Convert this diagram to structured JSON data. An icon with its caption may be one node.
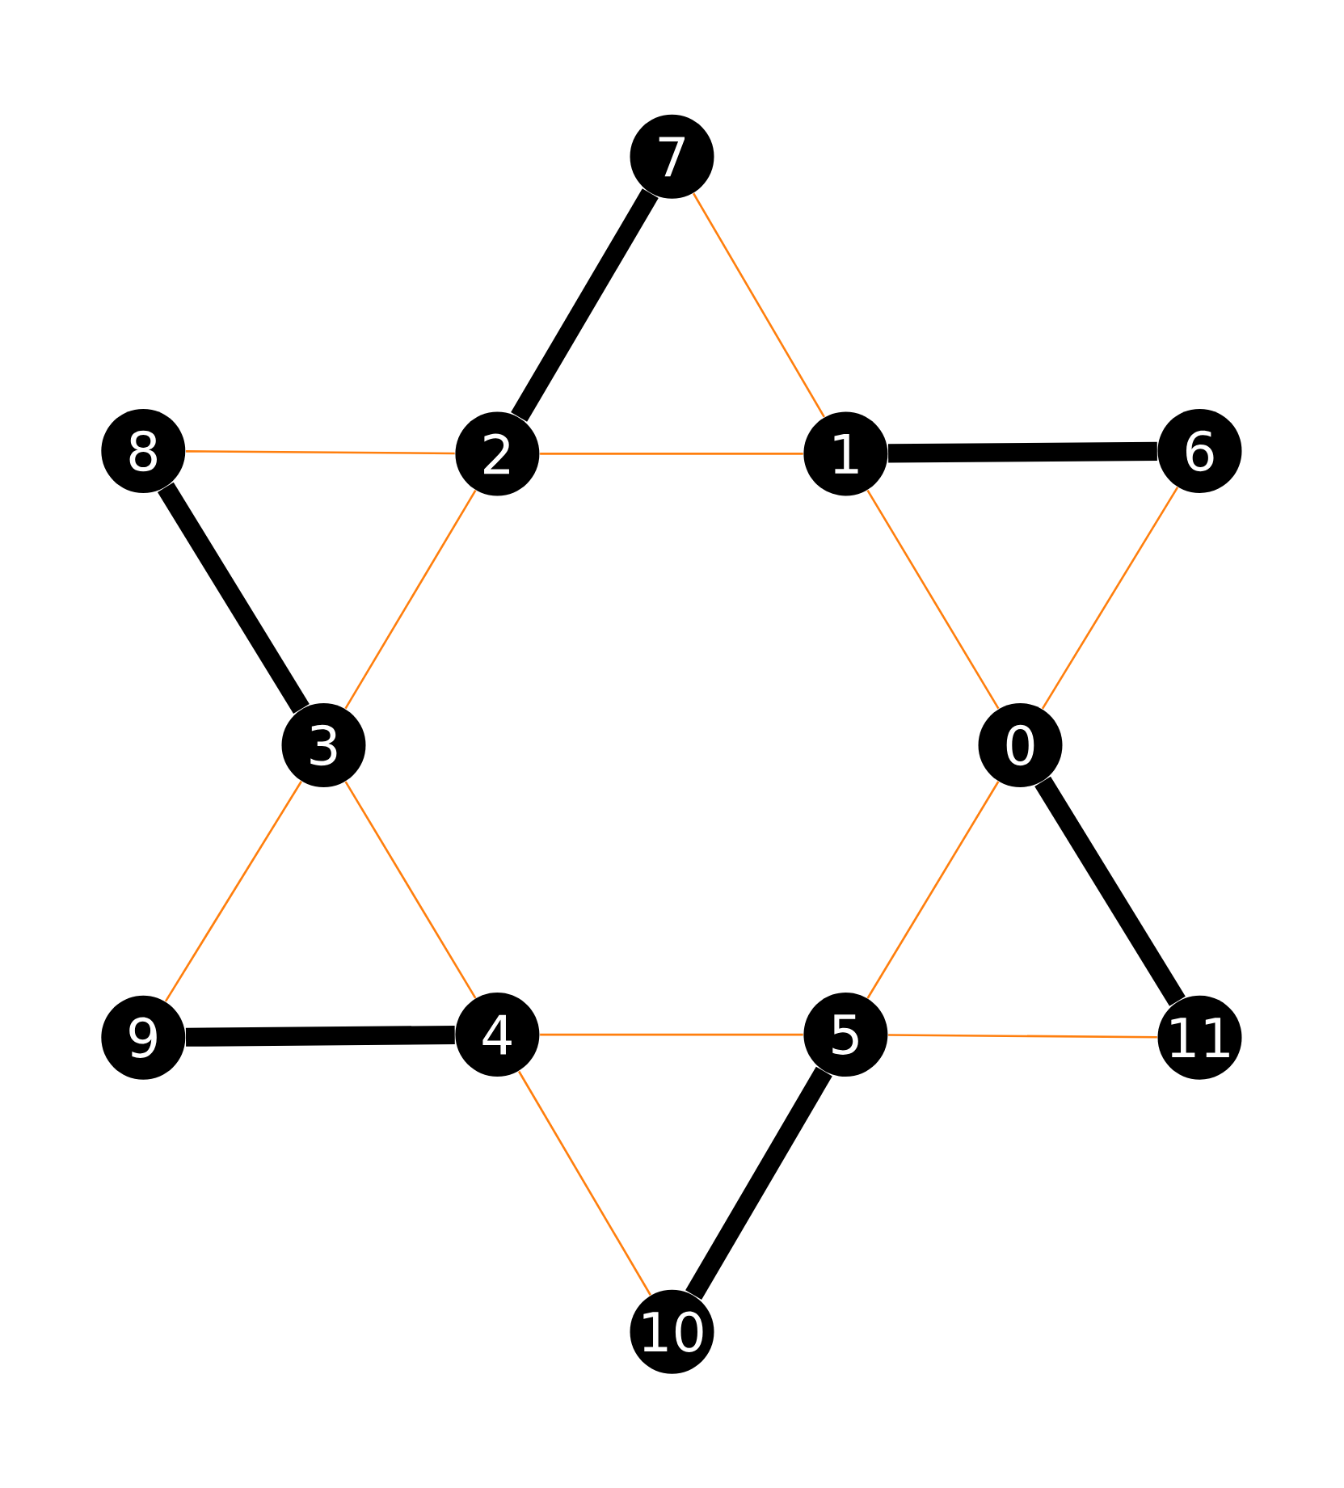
{
  "diagram": {
    "nodes": [
      {
        "text": [
          "0"
        ]
      },
      {
        "text": [
          "1"
        ]
      },
      {
        "text": [
          "2"
        ]
      },
      {
        "text": [
          "3"
        ]
      },
      {
        "text": [
          "4"
        ]
      },
      {
        "text": [
          "5"
        ]
      },
      {
        "text": [
          "6"
        ]
      },
      {
        "text": [
          "7"
        ]
      },
      {
        "text": [
          "8"
        ]
      },
      {
        "text": [
          "9"
        ]
      },
      {
        "text": [
          "10"
        ]
      },
      {
        "text": [
          "11"
        ]
      }
    ],
    "edges": [
      {
        "from": 7,
        "to": 2,
        "arrow": "none",
        "style": "thick",
        "color": "#000000"
      },
      {
        "from": 1,
        "to": 6,
        "arrow": "none",
        "style": "thick",
        "color": "#000000"
      },
      {
        "from": 8,
        "to": 3,
        "arrow": "none",
        "style": "thick",
        "color": "#000000"
      },
      {
        "from": 0,
        "to": 11,
        "arrow": "none",
        "style": "thick",
        "color": "#000000"
      },
      {
        "from": 9,
        "to": 4,
        "arrow": "none",
        "style": "thick",
        "color": "#000000"
      },
      {
        "from": 5,
        "to": 10,
        "arrow": "none",
        "style": "thick",
        "color": "#000000"
      },
      {
        "from": 7,
        "to": 1,
        "arrow": "none"
      },
      {
        "from": 8,
        "to": 2,
        "arrow": "none"
      },
      {
        "from": 2,
        "to": 1,
        "arrow": "none"
      },
      {
        "from": 2,
        "to": 3,
        "arrow": "none"
      },
      {
        "from": 1,
        "to": 0,
        "arrow": "none"
      },
      {
        "from": 6,
        "to": 0,
        "arrow": "none"
      },
      {
        "from": 3,
        "to": 9,
        "arrow": "none"
      },
      {
        "from": 3,
        "to": 4,
        "arrow": "none"
      },
      {
        "from": 4,
        "to": 5,
        "arrow": "none"
      },
      {
        "from": 0,
        "to": 5,
        "arrow": "none"
      },
      {
        "from": 5,
        "to": 11,
        "arrow": "none"
      },
      {
        "from": 4,
        "to": 10,
        "arrow": "none"
      }
    ]
  }
}
